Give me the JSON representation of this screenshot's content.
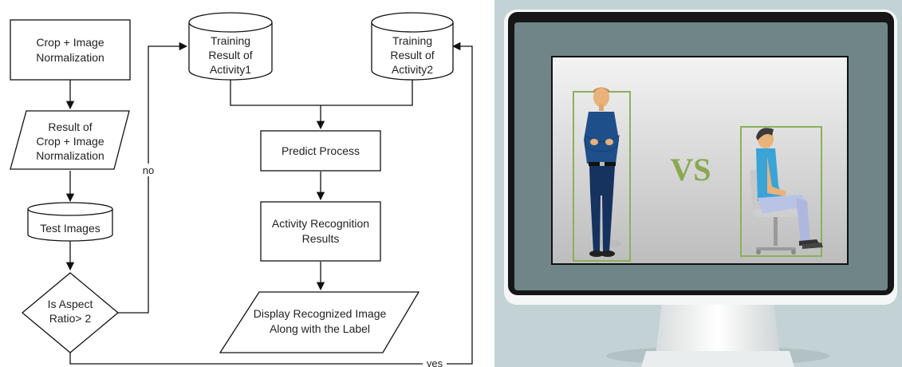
{
  "flowchart": {
    "crop_box": [
      "Crop + Image",
      "Normalization"
    ],
    "result_crop": [
      "Result of",
      "Crop + Image",
      "Normalization"
    ],
    "test_images": "Test Images",
    "decision": [
      "Is Aspect",
      "Ratio> 2"
    ],
    "training1": [
      "Training",
      "Result of",
      "Activity1"
    ],
    "training2": [
      "Training",
      "Result of",
      "Activity2"
    ],
    "predict": "Predict Process",
    "recognition": [
      "Activity Recognition",
      "Results"
    ],
    "display": [
      "Display Recognized Image",
      "Along with the Label"
    ],
    "edge_no": "no",
    "edge_yes": "yes"
  },
  "illustration": {
    "vs_text": "VS",
    "colors": {
      "screen_bezel_outer": "#111111",
      "screen_inner": "#6f8587",
      "background_panel": "#c3d2d5",
      "vs_color": "#8aa84f",
      "bbox_color": "#8bb05a"
    }
  }
}
